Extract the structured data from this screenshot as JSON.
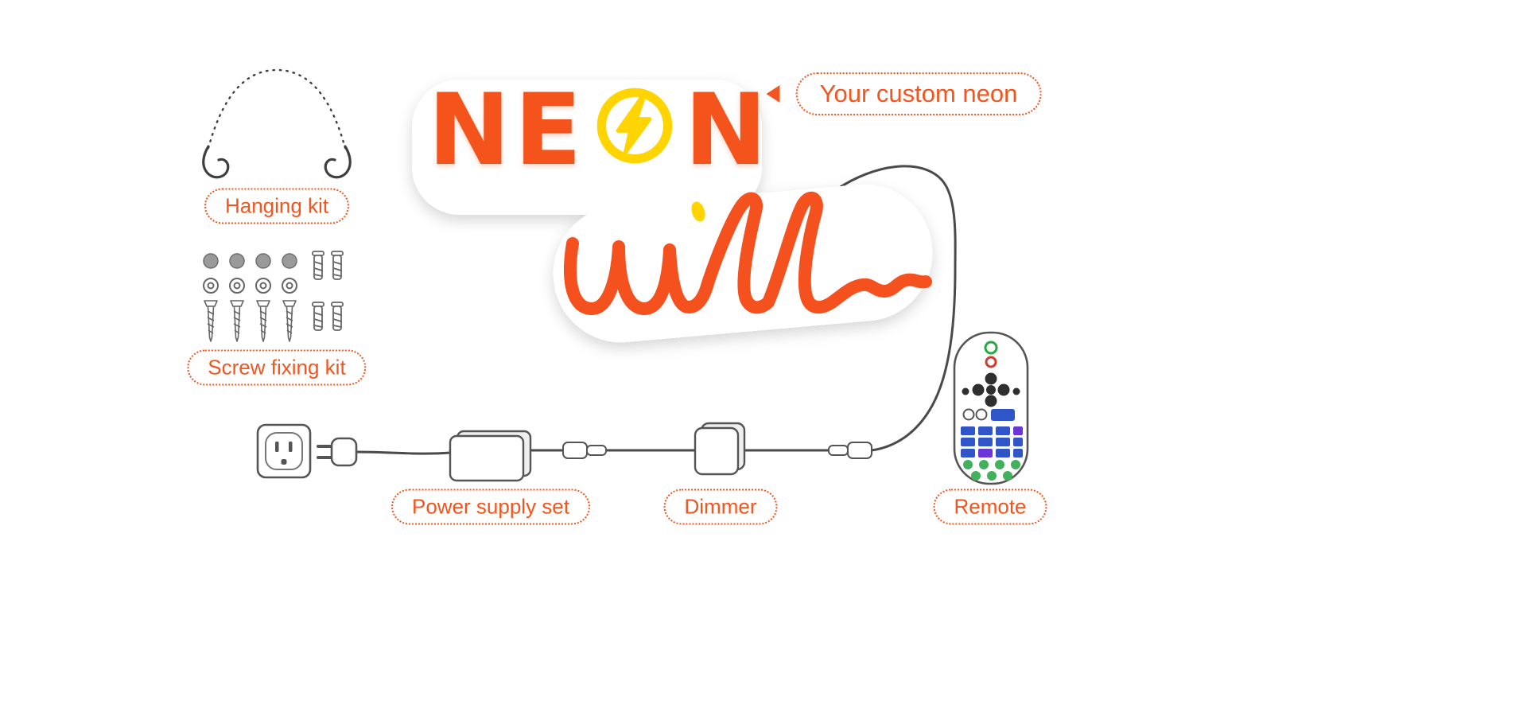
{
  "sign": {
    "line1_pre": "NE",
    "line1_post": "N",
    "line2": "will~"
  },
  "callout": {
    "label": "Your custom neon"
  },
  "labels": {
    "hanging_kit": "Hanging kit",
    "screw_fixing_kit": "Screw fixing kit",
    "power_supply_set": "Power supply set",
    "dimmer": "Dimmer",
    "remote": "Remote"
  },
  "colors": {
    "accent": "#F4541D",
    "neon_orange": "#F4531B",
    "neon_yellow": "#FFD400",
    "wire_gray": "#4A4A4A"
  }
}
